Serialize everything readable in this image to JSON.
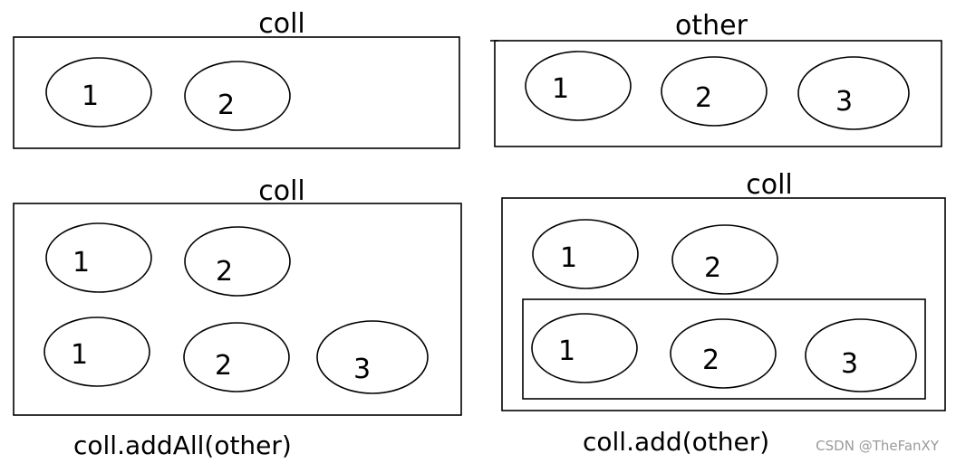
{
  "panels": {
    "coll_top": {
      "title": "coll",
      "items": [
        "1",
        "2"
      ]
    },
    "other_top": {
      "title": "other",
      "items": [
        "1",
        "2",
        "3"
      ]
    },
    "coll_addall": {
      "title": "coll",
      "row1": [
        "1",
        "2"
      ],
      "row2": [
        "1",
        "2",
        "3"
      ],
      "caption": "coll.addAll(other)"
    },
    "coll_add": {
      "title": "coll",
      "row1": [
        "1",
        "2"
      ],
      "nested": [
        "1",
        "2",
        "3"
      ],
      "caption": "coll.add(other)"
    }
  },
  "watermark": "CSDN @TheFanXY"
}
